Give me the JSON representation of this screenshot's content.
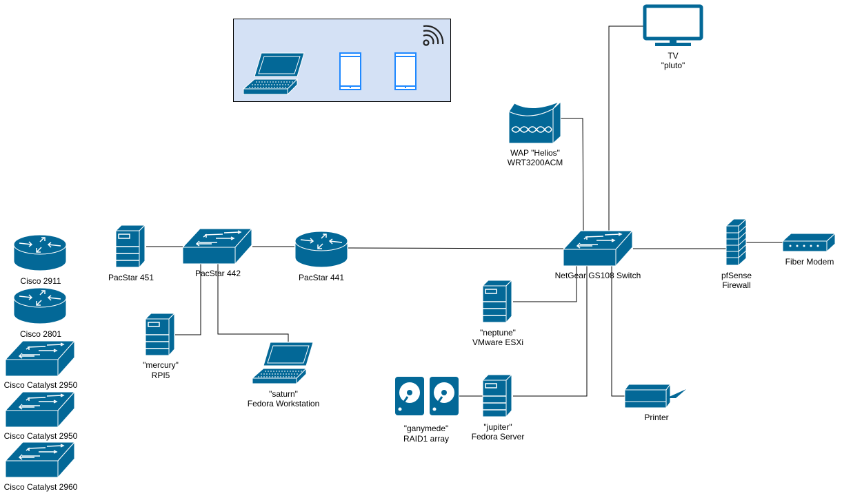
{
  "colors": {
    "icon": "#036897",
    "wireless_group_fill": "#d4e1f5",
    "phone": "#1e88ff"
  },
  "nodes": {
    "cisco2911": {
      "label": "Cisco 2911",
      "icon": "router-icon"
    },
    "cisco2801": {
      "label": "Cisco 2801",
      "icon": "router-icon"
    },
    "catalyst2950a": {
      "label": "Cisco Catalyst 2950",
      "icon": "switch-icon"
    },
    "catalyst2950b": {
      "label": "Cisco Catalyst 2950",
      "icon": "switch-icon"
    },
    "catalyst2960": {
      "label": "Cisco Catalyst 2960",
      "icon": "switch-icon"
    },
    "pacstar451": {
      "label": "PacStar 451",
      "icon": "server-icon"
    },
    "pacstar442": {
      "label": "PacStar 442",
      "icon": "switch-icon"
    },
    "pacstar441": {
      "label": "PacStar 441",
      "icon": "router-icon"
    },
    "netgear": {
      "label": "NetGear GS108 Switch",
      "icon": "switch-icon"
    },
    "pfsense": {
      "line1": "pfSense",
      "line2": "Firewall",
      "icon": "firewall-icon"
    },
    "modem": {
      "label": "Fiber Modem",
      "icon": "modem-icon"
    },
    "tv": {
      "line1": "TV",
      "line2": "\"pluto\"",
      "icon": "monitor-icon"
    },
    "wap": {
      "line1": "WAP \"Helios\"",
      "line2": "WRT3200ACM",
      "icon": "wireless-access-point-icon"
    },
    "neptune": {
      "line1": "\"neptune\"",
      "line2": "VMware ESXi",
      "icon": "server-icon"
    },
    "jupiter": {
      "line1": "\"jupiter\"",
      "line2": "Fedora Server",
      "icon": "server-icon"
    },
    "ganymede": {
      "line1": "\"ganymede\"",
      "line2": "RAID1 array",
      "icon": "hard-drive-icon"
    },
    "printer": {
      "label": "Printer",
      "icon": "printer-icon"
    },
    "mercury": {
      "line1": "\"mercury\"",
      "line2": "RPI5",
      "icon": "server-icon"
    },
    "saturn": {
      "line1": "\"saturn\"",
      "line2": "Fedora Workstation",
      "icon": "laptop-icon"
    }
  },
  "wireless_group": {
    "icons": [
      "laptop-icon",
      "mobile-phone-icon",
      "mobile-phone-icon",
      "wifi-icon"
    ]
  }
}
